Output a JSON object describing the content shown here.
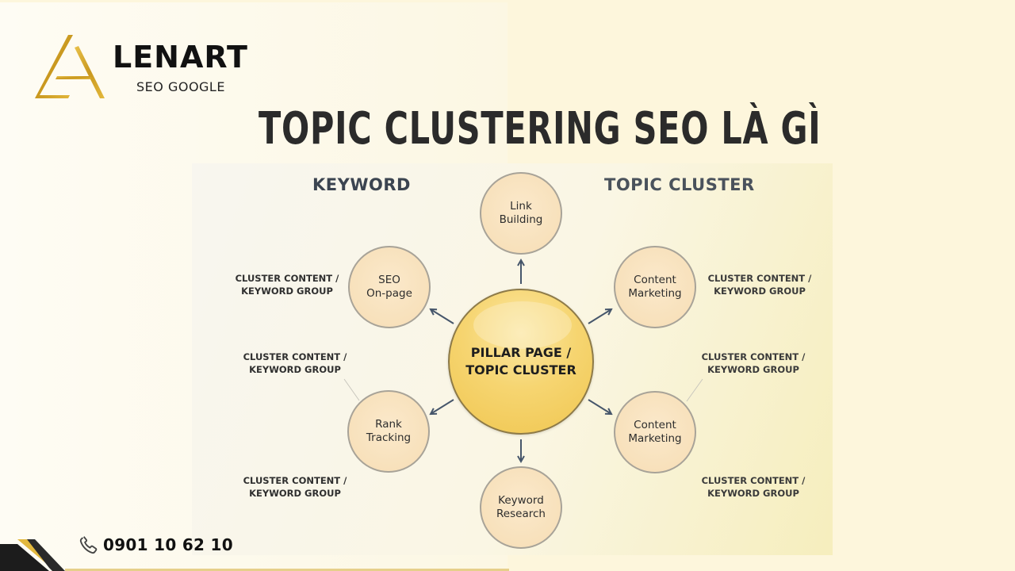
{
  "brand": {
    "name": "LENART",
    "tagline": "SEO GOOGLE",
    "gold": "#d4a82a"
  },
  "title": "TOPIC CLUSTERING SEO LÀ GÌ",
  "diagram": {
    "left_heading": "KEYWORD",
    "right_heading": "TOPIC CLUSTER",
    "center": "PILLAR PAGE /\nTOPIC CLUSTER",
    "nodes": [
      {
        "id": "link-building",
        "label": "Link\nBuilding"
      },
      {
        "id": "seo-on-page",
        "label": "SEO\nOn-page"
      },
      {
        "id": "content-marketing-top",
        "label": "Content\nMarketing"
      },
      {
        "id": "rank-tracking",
        "label": "Rank\nTracking"
      },
      {
        "id": "content-marketing-bottom",
        "label": "Content\nMarketing"
      },
      {
        "id": "keyword-research",
        "label": "Keyword\nResearch"
      }
    ],
    "cluster_labels": [
      "CLUSTER CONTENT /\nKEYWORD GROUP",
      "CLUSTER CONTENT /\nKEYWORD GROUP",
      "CLUSTER CONTENT /\nKEYWORD GROUP",
      "CLUSTER CONTENT /\nKEYWORD GROUP",
      "CLUSTER CONTENT /\nKEYWORD GROUP",
      "CLUSTER CONTENT /\nKEYWORD GROUP"
    ],
    "colors": {
      "node_fill": "#f6ddb4",
      "center_fill": "#f6d571",
      "arrow": "#46566b"
    }
  },
  "contact": {
    "phone_icon": "phone-icon",
    "phone": "0901 10 62 10"
  }
}
